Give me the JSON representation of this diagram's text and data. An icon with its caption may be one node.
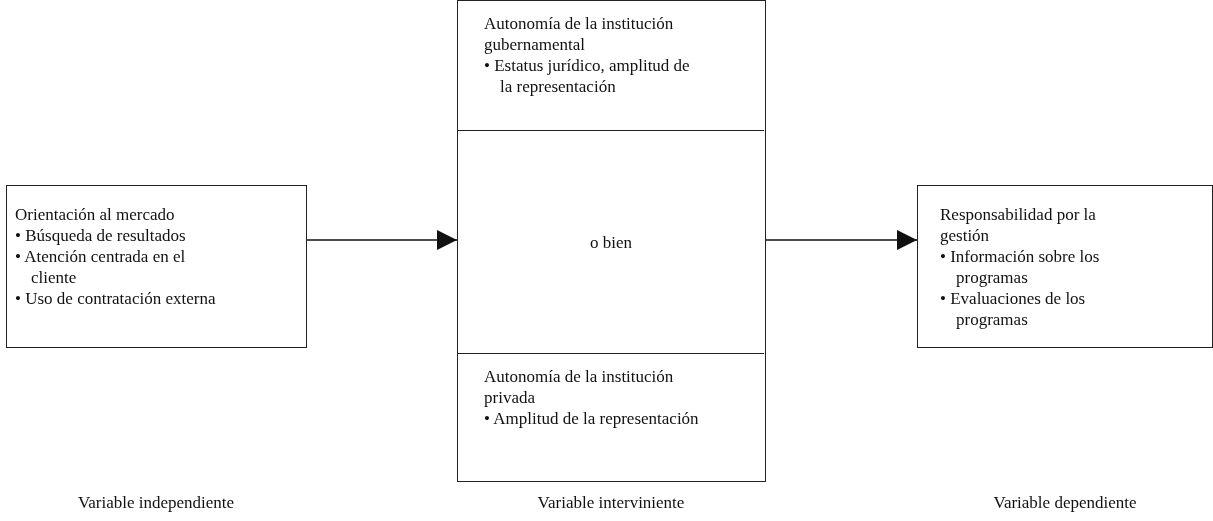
{
  "diagram": {
    "nodes": [
      {
        "text": [
          "Orientación al mercado",
          "• Búsqueda de resultados",
          "• Atención centrada en el cliente",
          "• Uso de contratación externa"
        ]
      },
      {
        "text": [],
        "shape": "box"
      },
      {
        "text": [
          "Autonomía de la institución gubernamental",
          "• Estatus jurídico, amplitud de la representación"
        ],
        "in": 1
      },
      {
        "text": [
          "o bien"
        ],
        "in": 1
      },
      {
        "text": [
          "Autonomía de la institución privada",
          "• Amplitud de la representación"
        ],
        "in": 1
      },
      {
        "text": [
          "Responsabilidad por la gestión",
          "• Información sobre los programas",
          "• Evaluaciones de los programas"
        ]
      }
    ],
    "edges": [
      {
        "from": 0,
        "to": 1,
        "arrow": "to"
      },
      {
        "from": 1,
        "to": 5,
        "arrow": "to"
      }
    ],
    "labels": [
      "Variable independiente",
      "Variable interviniente",
      "Variable dependiente"
    ]
  }
}
